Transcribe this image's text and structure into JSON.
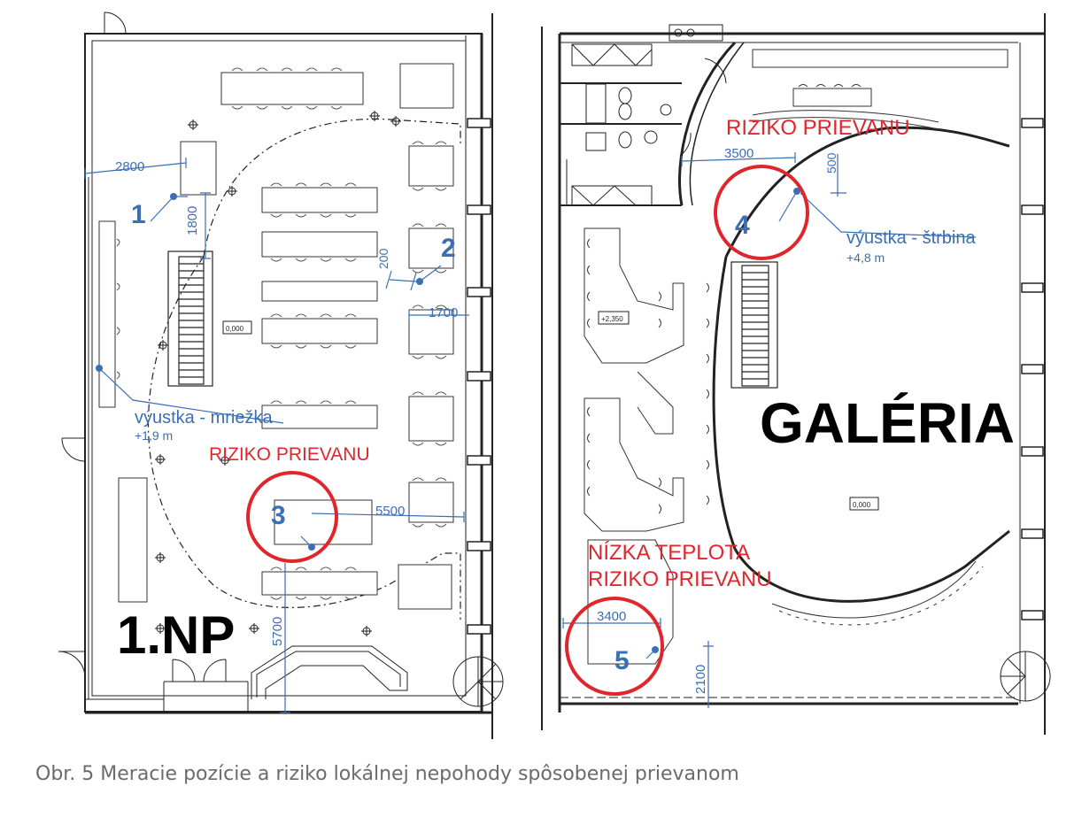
{
  "floors": {
    "left_label": "1.NP",
    "right_label": "GALÉRIA"
  },
  "levels": {
    "left_room": "0,000",
    "right_mezzanine": "+2,350",
    "right_gallery": "0,000"
  },
  "dimensions": {
    "d2800": "2800",
    "d1800": "1800",
    "d200": "200",
    "d1700": "1700",
    "d5500": "5500",
    "d5700": "5700",
    "d3500": "3500",
    "d500": "500",
    "d3400": "3400",
    "d2100": "2100"
  },
  "points": {
    "p1": "1",
    "p2": "2",
    "p3": "3",
    "p4": "4",
    "p5": "5"
  },
  "vents": {
    "grille_label": "výustka - mriežka",
    "grille_height": "+1,9 m",
    "slot_label": "výustka - štrbina",
    "slot_height": "+4,8 m"
  },
  "risks": {
    "draft": "RIZIKO PRIEVANU",
    "low_temp": "NÍZKA TEPLOTA"
  },
  "caption": "Obr. 5 Meracie pozície a riziko lokálnej nepohody spôsobenej prievanom",
  "colors": {
    "line": "#222222",
    "annotation_blue": "#3a6fb5",
    "risk_red": "#e0262d",
    "caption_gray": "#6b6b6b"
  }
}
